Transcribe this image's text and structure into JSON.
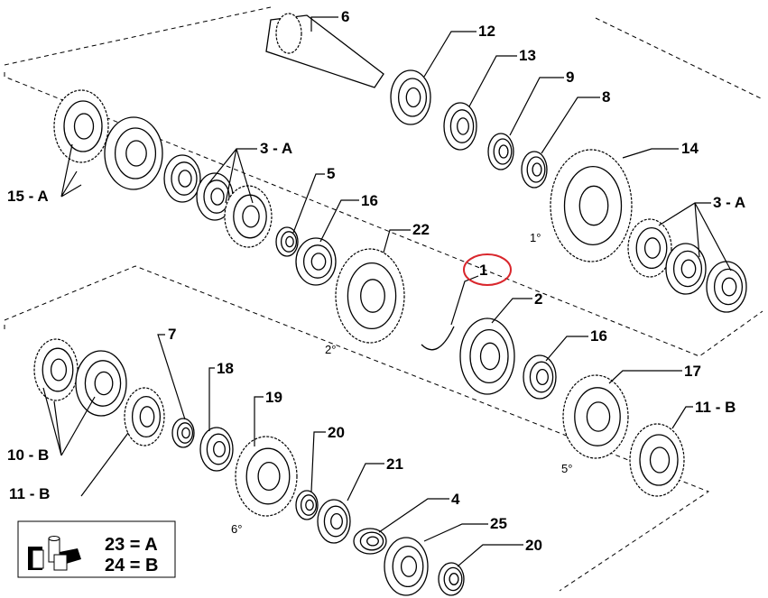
{
  "diagram": {
    "part_labels": [
      "6",
      "12",
      "13",
      "9",
      "8",
      "14",
      "3 - A",
      "3 - A",
      "15 - A",
      "5",
      "16",
      "22",
      "1",
      "2",
      "16",
      "17",
      "11 - B",
      "7",
      "18",
      "19",
      "20",
      "21",
      "4",
      "25",
      "20",
      "10 - B",
      "11 - B"
    ],
    "gear_labels": [
      "1°",
      "2°",
      "5°",
      "6°"
    ],
    "highlighted_part": "1",
    "highlight_color": "#d9262c",
    "legend": {
      "row1": "23 =  A",
      "row2": "24 =  B",
      "icon": "kit-boxes-icon"
    }
  }
}
